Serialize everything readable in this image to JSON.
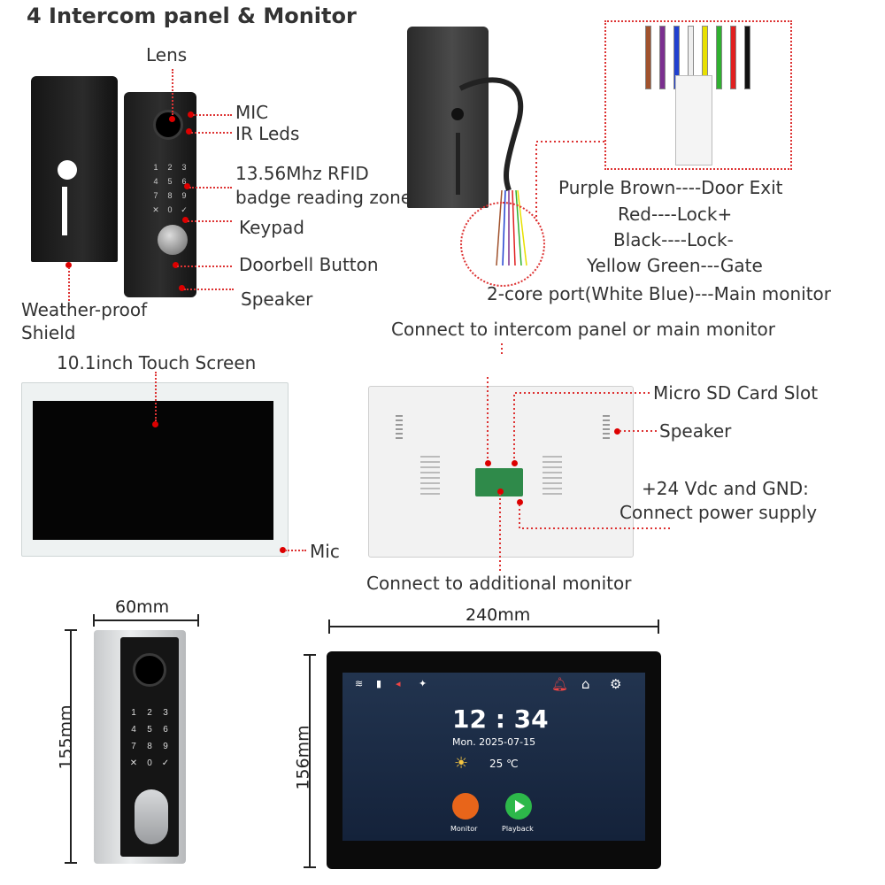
{
  "section_title": "4  Intercom panel & Monitor",
  "panel_labels": {
    "lens": "Lens",
    "mic": "MIC",
    "ir_leds": "IR Leds",
    "rfid_line1": "13.56Mhz RFID",
    "rfid_line2": "badge reading zone",
    "keypad": "Keypad",
    "doorbell": "Doorbell Button",
    "speaker": "Speaker",
    "shield_line1": "Weather-proof",
    "shield_line2": "Shield"
  },
  "wiring": {
    "line1": "Purple Brown----Door Exit",
    "line2": "Red----Lock+",
    "line3": "Black----Lock-",
    "line4": "Yellow Green---Gate",
    "line5": "2-core port(White Blue)---Main monitor",
    "connect_top": "Connect to intercom panel or main monitor",
    "wire_colors": [
      "#a0522d",
      "#7b2f8f",
      "#2040d0",
      "#eeeeee",
      "#e8e000",
      "#30b030",
      "#e02020",
      "#111111"
    ]
  },
  "monitor_labels": {
    "touch_screen": "10.1inch Touch Screen",
    "mic": "Mic",
    "sd_slot": "Micro SD Card Slot",
    "speaker": "Speaker",
    "power_line1": "+24 Vdc and GND:",
    "power_line2": "Connect power supply",
    "additional": "Connect to additional monitor"
  },
  "dimensions": {
    "panel_width": "60mm",
    "panel_height": "155mm",
    "monitor_width": "240mm",
    "monitor_height": "156mm"
  },
  "keypad_keys": [
    "1",
    "2",
    "3",
    "4",
    "5",
    "6",
    "7",
    "8",
    "9",
    "✕",
    "0",
    "✓"
  ],
  "monitor_screen": {
    "time": "12 : 34",
    "date": "Mon.  2025-07-15",
    "temperature": "25 ℃",
    "monitor_button": "Monitor",
    "playback_button": "Playback"
  },
  "colors": {
    "accent_red": "#dd0000",
    "screen_bg": "#1a2b45",
    "monitor_btn": "#e8651a",
    "playback_btn": "#2db84a"
  }
}
